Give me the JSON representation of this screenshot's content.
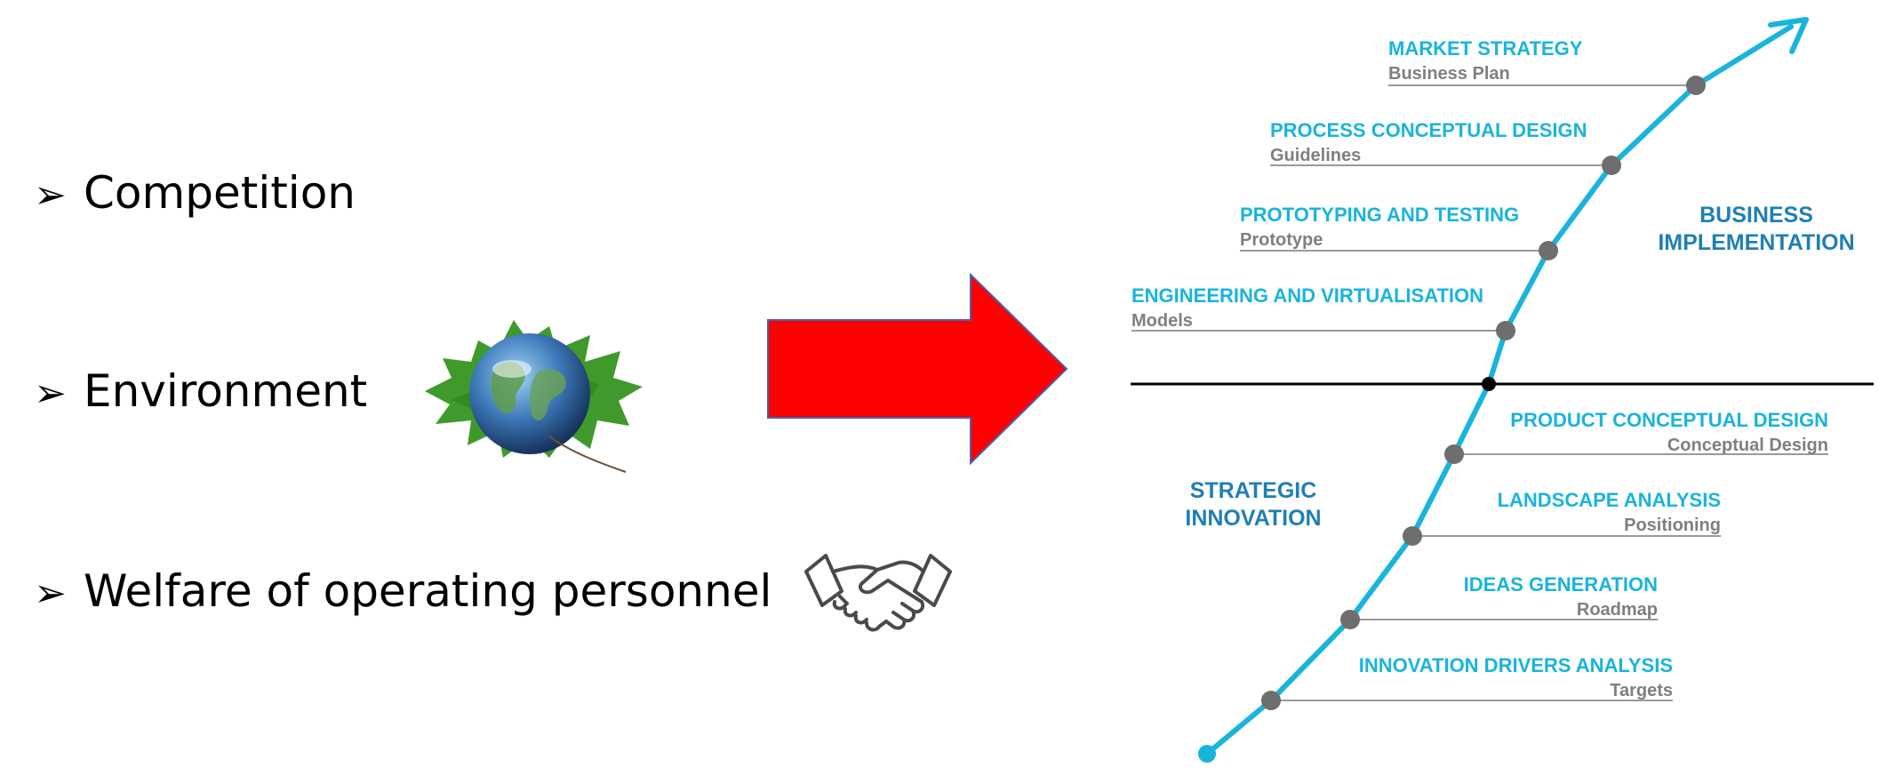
{
  "bullets": {
    "marker": "➢",
    "items": [
      "Competition",
      "Environment",
      "Welfare of operating personnel"
    ]
  },
  "icons": {
    "environment": "leaf-globe-icon",
    "welfare": "handshake-icon",
    "transition": "right-arrow-icon"
  },
  "colors": {
    "arrow": "#ff0000",
    "curve": "#19b4dc",
    "stage_title": "#19b4dc",
    "stage_sub": "#7f7f7f",
    "phase": "#1f7fb5",
    "node": "#6e6e6e"
  },
  "diagram": {
    "phase_upper": [
      "BUSINESS",
      "IMPLEMENTATION"
    ],
    "phase_lower": [
      "STRATEGIC",
      "INNOVATION"
    ],
    "upper_stages": [
      {
        "title": "MARKET STRATEGY",
        "sub": "Business Plan"
      },
      {
        "title": "PROCESS CONCEPTUAL DESIGN",
        "sub": "Guidelines"
      },
      {
        "title": "PROTOTYPING AND TESTING",
        "sub": "Prototype"
      },
      {
        "title": "ENGINEERING AND VIRTUALISATION",
        "sub": "Models"
      }
    ],
    "lower_stages": [
      {
        "title": "PRODUCT CONCEPTUAL DESIGN",
        "sub": "Conceptual Design"
      },
      {
        "title": "LANDSCAPE ANALYSIS",
        "sub": "Positioning"
      },
      {
        "title": "IDEAS GENERATION",
        "sub": "Roadmap"
      },
      {
        "title": "INNOVATION DRIVERS ANALYSIS",
        "sub": "Targets"
      }
    ]
  }
}
